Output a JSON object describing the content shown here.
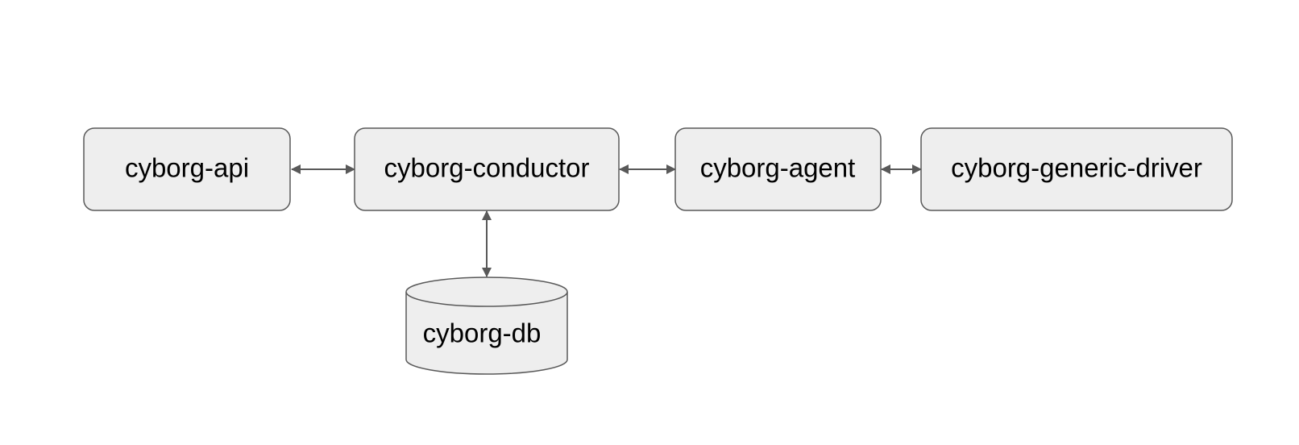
{
  "diagram": {
    "nodes": {
      "api": {
        "label": "cyborg-api",
        "shape": "rounded-rectangle"
      },
      "conductor": {
        "label": "cyborg-conductor",
        "shape": "rounded-rectangle"
      },
      "agent": {
        "label": "cyborg-agent",
        "shape": "rounded-rectangle"
      },
      "driver": {
        "label": "cyborg-generic-driver",
        "shape": "rounded-rectangle"
      },
      "db": {
        "label": "cyborg-db",
        "shape": "cylinder"
      }
    },
    "edges": [
      {
        "from": "cyborg-api",
        "to": "cyborg-conductor",
        "direction": "bidirectional"
      },
      {
        "from": "cyborg-conductor",
        "to": "cyborg-agent",
        "direction": "bidirectional"
      },
      {
        "from": "cyborg-agent",
        "to": "cyborg-generic-driver",
        "direction": "bidirectional"
      },
      {
        "from": "cyborg-conductor",
        "to": "cyborg-db",
        "direction": "bidirectional"
      }
    ],
    "colors": {
      "node_fill": "#eeeeee",
      "stroke": "#595959",
      "text": "#000000",
      "background": "#ffffff"
    }
  }
}
